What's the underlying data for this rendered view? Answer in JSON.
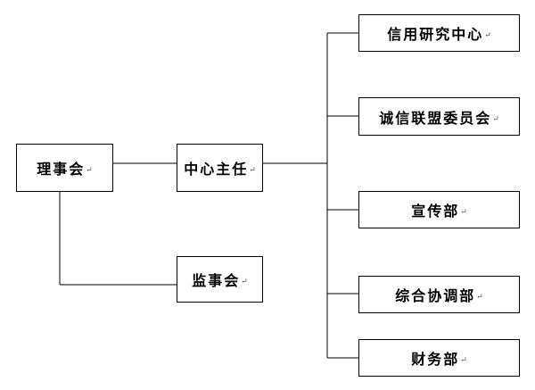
{
  "diagram": {
    "paragraph_mark": "↵",
    "nodes": {
      "board": {
        "label": "理事会"
      },
      "director": {
        "label": "中心主任"
      },
      "supervisors": {
        "label": "监事会"
      },
      "credit_research": {
        "label": "信用研究中心"
      },
      "integrity_union": {
        "label": "诚信联盟委员会"
      },
      "publicity": {
        "label": "宣传部"
      },
      "coordination": {
        "label": "综合协调部"
      },
      "finance": {
        "label": "财务部"
      }
    },
    "edges": [
      {
        "from": "board",
        "to": "director"
      },
      {
        "from": "board",
        "to": "supervisors"
      },
      {
        "from": "director",
        "to": "credit_research"
      },
      {
        "from": "director",
        "to": "integrity_union"
      },
      {
        "from": "director",
        "to": "publicity"
      },
      {
        "from": "director",
        "to": "coordination"
      },
      {
        "from": "director",
        "to": "finance"
      }
    ],
    "line_color": "#000000",
    "box_border_color": "#000000"
  }
}
